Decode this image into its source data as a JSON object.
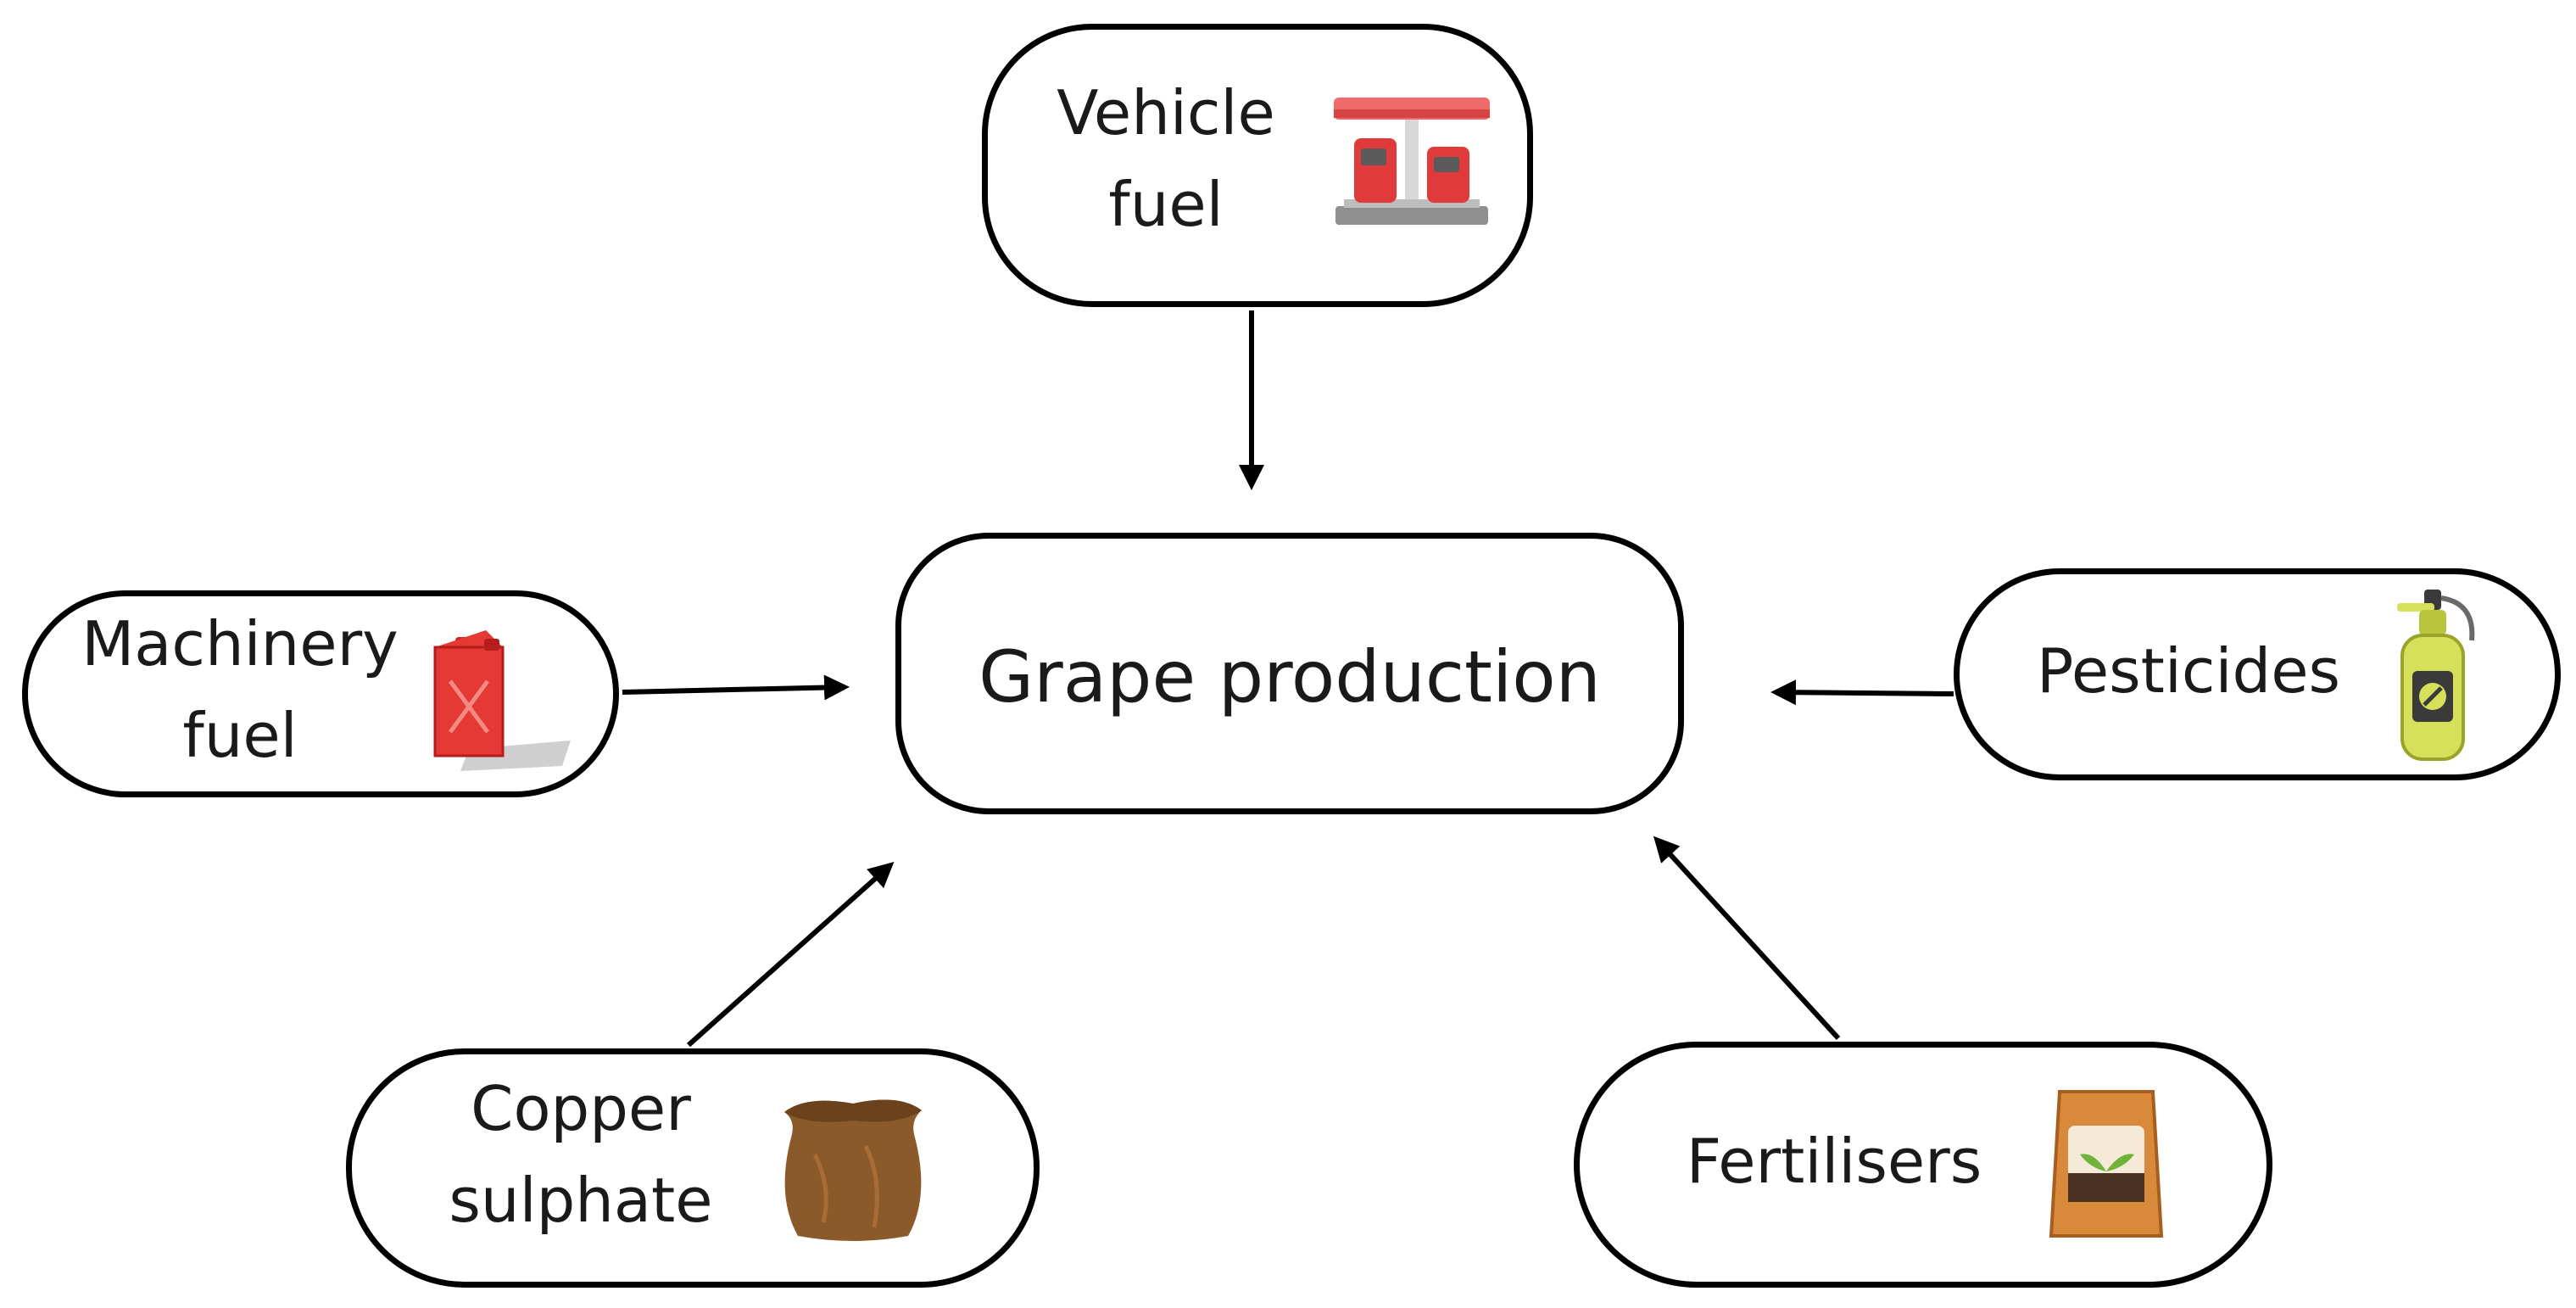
{
  "diagram": {
    "center": {
      "label": "Grape production"
    },
    "inputs": [
      {
        "id": "vehicle",
        "label_lines": [
          "Vehicle",
          "fuel"
        ],
        "icon": "fuel-station-icon"
      },
      {
        "id": "machinery",
        "label_lines": [
          "Machinery",
          "fuel"
        ],
        "icon": "jerry-can-icon"
      },
      {
        "id": "pesticides",
        "label_lines": [
          "Pesticides"
        ],
        "icon": "spray-bottle-icon"
      },
      {
        "id": "copper",
        "label_lines": [
          "Copper",
          "sulphate"
        ],
        "icon": "sack-icon"
      },
      {
        "id": "fertilisers",
        "label_lines": [
          "Fertilisers"
        ],
        "icon": "fertiliser-bag-icon"
      }
    ],
    "colors": {
      "stroke": "#000000",
      "fuel_red": "#e03a3a",
      "spray_yellow": "#d6e05a",
      "sack_brown": "#8b5a2b",
      "bag_orange": "#d9893a"
    }
  }
}
